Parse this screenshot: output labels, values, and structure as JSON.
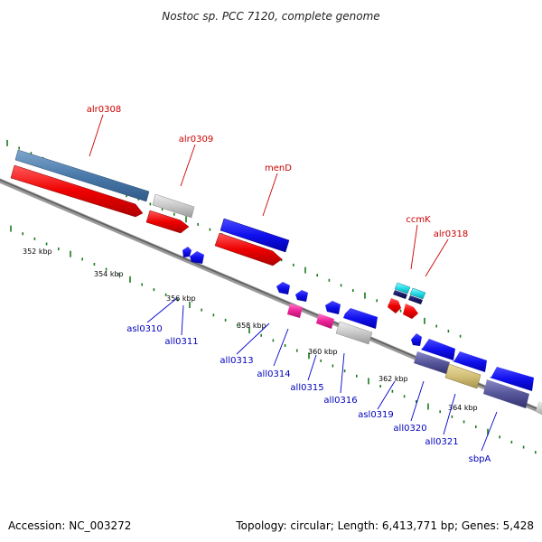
{
  "title": "Nostoc sp. PCC 7120, complete genome",
  "footer": {
    "accession": "Accession: NC_003272",
    "summary": "Topology: circular; Length: 6,413,771 bp; Genes: 5,428"
  },
  "colors": {
    "top_label": "#cc0000",
    "bottom_label": "#0000bb",
    "backbone": "#7a7a7a",
    "tick": "#1a7a1a",
    "leader": "#cc0000",
    "leader_bottom": "#0000cc"
  },
  "scale_labels": [
    {
      "text": "352 kbp"
    },
    {
      "text": "354 kbp"
    },
    {
      "text": "356 kbp"
    },
    {
      "text": "358 kbp"
    },
    {
      "text": "360 kbp"
    },
    {
      "text": "362 kbp"
    },
    {
      "text": "364 kbp"
    }
  ],
  "top_genes": [
    {
      "label": "alr0308"
    },
    {
      "label": "alr0309"
    },
    {
      "label": "menD"
    },
    {
      "label": "ccmK"
    },
    {
      "label": "alr0318"
    }
  ],
  "bottom_genes": [
    {
      "label": "asl0310"
    },
    {
      "label": "all0311"
    },
    {
      "label": "all0313"
    },
    {
      "label": "all0314"
    },
    {
      "label": "all0315"
    },
    {
      "label": "all0316"
    },
    {
      "label": "asl0319"
    },
    {
      "label": "all0320"
    },
    {
      "label": "all0321"
    },
    {
      "label": "sbpA"
    }
  ]
}
